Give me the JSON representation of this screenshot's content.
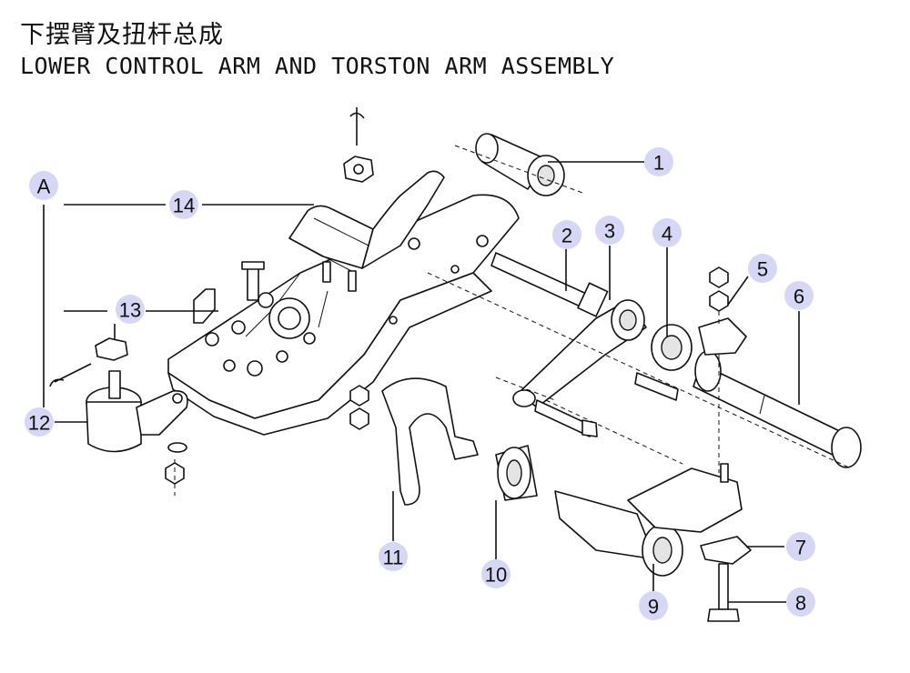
{
  "title": {
    "chinese": "下摆臂及扭杆总成",
    "english": "LOWER CONTROL ARM AND TORSTON ARM ASSEMBLY"
  },
  "callouts": [
    "1",
    "2",
    "3",
    "4",
    "5",
    "6",
    "7",
    "8",
    "9",
    "10",
    "11",
    "12",
    "13",
    "14"
  ],
  "view_marker": "A",
  "colors": {
    "callout_fill": "#d6d6f5",
    "line": "#111111"
  }
}
